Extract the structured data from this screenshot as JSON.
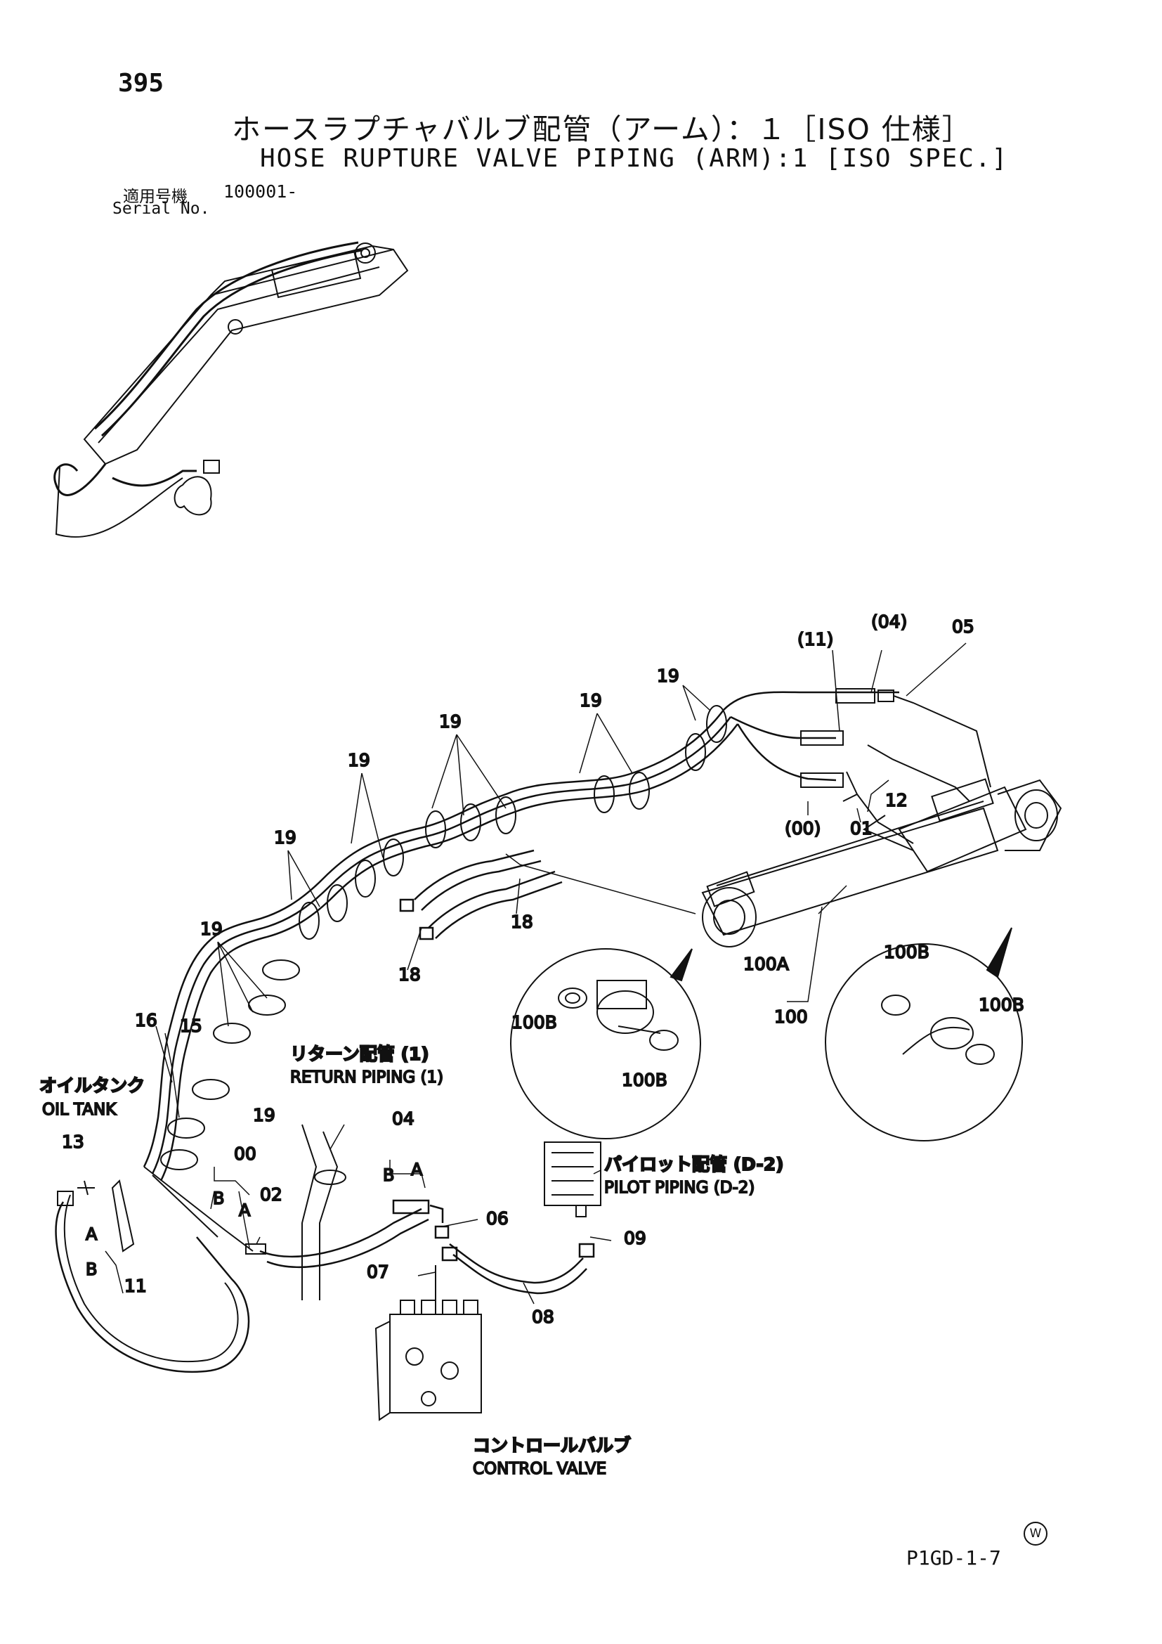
{
  "header": {
    "page_number": "395",
    "title_jp": "ホースラプチャバルブ配管（アーム）：１［ISO 仕様］",
    "title_en": "HOSE RUPTURE VALVE PIPING (ARM):1 [ISO SPEC.]",
    "serial_label_jp": "適用号機",
    "serial_label_en": "Serial No.",
    "serial_value": "100001-"
  },
  "callouts": {
    "c04p": "(04)",
    "c05": "05",
    "c11p": "(11)",
    "c12": "12",
    "c00p": "(00)",
    "c01": "01",
    "c19": "19",
    "c18": "18",
    "c16": "16",
    "c15": "15",
    "c13": "13",
    "c11": "11",
    "c00": "00",
    "c02": "02",
    "c04": "04",
    "c06": "06",
    "c07": "07",
    "c08": "08",
    "c09": "09",
    "c100": "100",
    "c100a": "100A",
    "c100b": "100B",
    "a": "A",
    "b": "B"
  },
  "labels": {
    "oil_tank_jp": "オイルタンク",
    "oil_tank_en": "OIL TANK",
    "return_jp": "リターン配管 (1)",
    "return_en": "RETURN PIPING (1)",
    "pilot_jp": "パイロット配管 (D-2)",
    "pilot_en": "PILOT PIPING (D-2)",
    "control_jp": "コントロールバルブ",
    "control_en": "CONTROL VALVE"
  },
  "footer": {
    "code": "P1GD-1-7",
    "mark": "W"
  }
}
